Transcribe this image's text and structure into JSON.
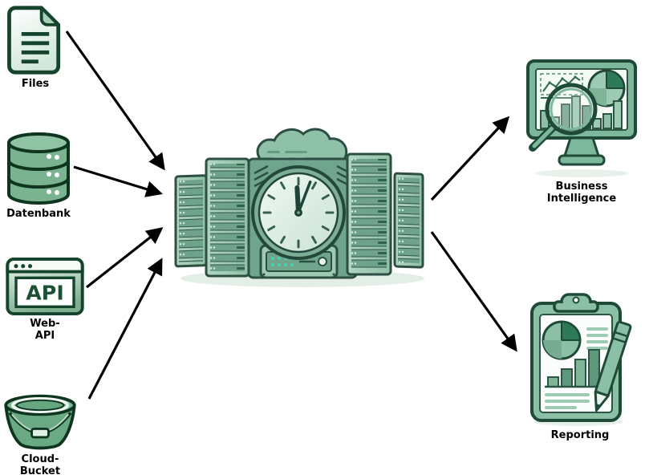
{
  "diagram": {
    "description": "ETL data flow diagram: four data sources feed a central data-warehouse server cluster, which feeds two analytics outputs",
    "nodes": {
      "files": {
        "label": "Files",
        "type": "source"
      },
      "datenbank": {
        "label": "Datenbank",
        "type": "source"
      },
      "web_api": {
        "label": "Web-\nAPI",
        "type": "source",
        "icon_text": "API"
      },
      "cloud_bucket": {
        "label": "Cloud-\nBucket",
        "type": "source"
      },
      "data_warehouse": {
        "label": "",
        "type": "hub"
      },
      "business_intelligence": {
        "label": "Business\nIntelligence",
        "type": "target"
      },
      "reporting": {
        "label": "Reporting",
        "type": "target"
      }
    },
    "edges": [
      {
        "from": "files",
        "to": "data_warehouse"
      },
      {
        "from": "datenbank",
        "to": "data_warehouse"
      },
      {
        "from": "web_api",
        "to": "data_warehouse"
      },
      {
        "from": "cloud_bucket",
        "to": "data_warehouse"
      },
      {
        "from": "data_warehouse",
        "to": "business_intelligence"
      },
      {
        "from": "data_warehouse",
        "to": "reporting"
      }
    ],
    "colors": {
      "outline_dark_green": "#1c4f38",
      "mid_green": "#7fb59a",
      "light_green": "#dcefe4",
      "arrow_black": "#000000",
      "background": "#ffffff",
      "label_text": "#000000"
    }
  }
}
